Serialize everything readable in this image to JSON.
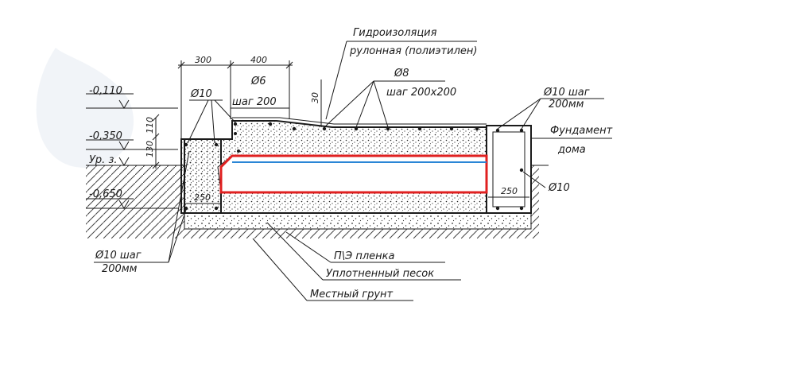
{
  "labels": {
    "waterproofing_line1": "Гидроизоляция",
    "waterproofing_line2": "рулонная (полиэтилен)",
    "rebar_d8": "Ø8",
    "rebar_d8_step": "шаг 200х200",
    "rebar_d6": "Ø6",
    "rebar_d6_step": "шаг 200",
    "rebar_d10_top": "Ø10",
    "rebar_d10_right": "Ø10 шаг",
    "rebar_d10_right_mm": "200мм",
    "foundation_line1": "Фундамент",
    "foundation_line2": "дома",
    "rebar_d10_side": "Ø10",
    "rebar_d10_bottom": "Ø10 шаг",
    "rebar_d10_bottom_mm": "200мм",
    "pe_film": "П\\Э пленка",
    "compacted_sand": "Уплотненный песок",
    "local_soil": "Местный грунт",
    "level_0110": "-0,110",
    "level_0350": "-0,350",
    "level_0650": "-0,650",
    "ground_level": "Ур. з."
  },
  "dimensions": {
    "d300": "300",
    "d400": "400",
    "d30": "30",
    "d110": "110",
    "d130": "130",
    "d250_left": "250",
    "d250_right": "250"
  },
  "colors": {
    "line": "#1a1a1a",
    "red_pipe": "#e02020",
    "blue_line": "#2a86d6",
    "hatch": "#333333"
  }
}
